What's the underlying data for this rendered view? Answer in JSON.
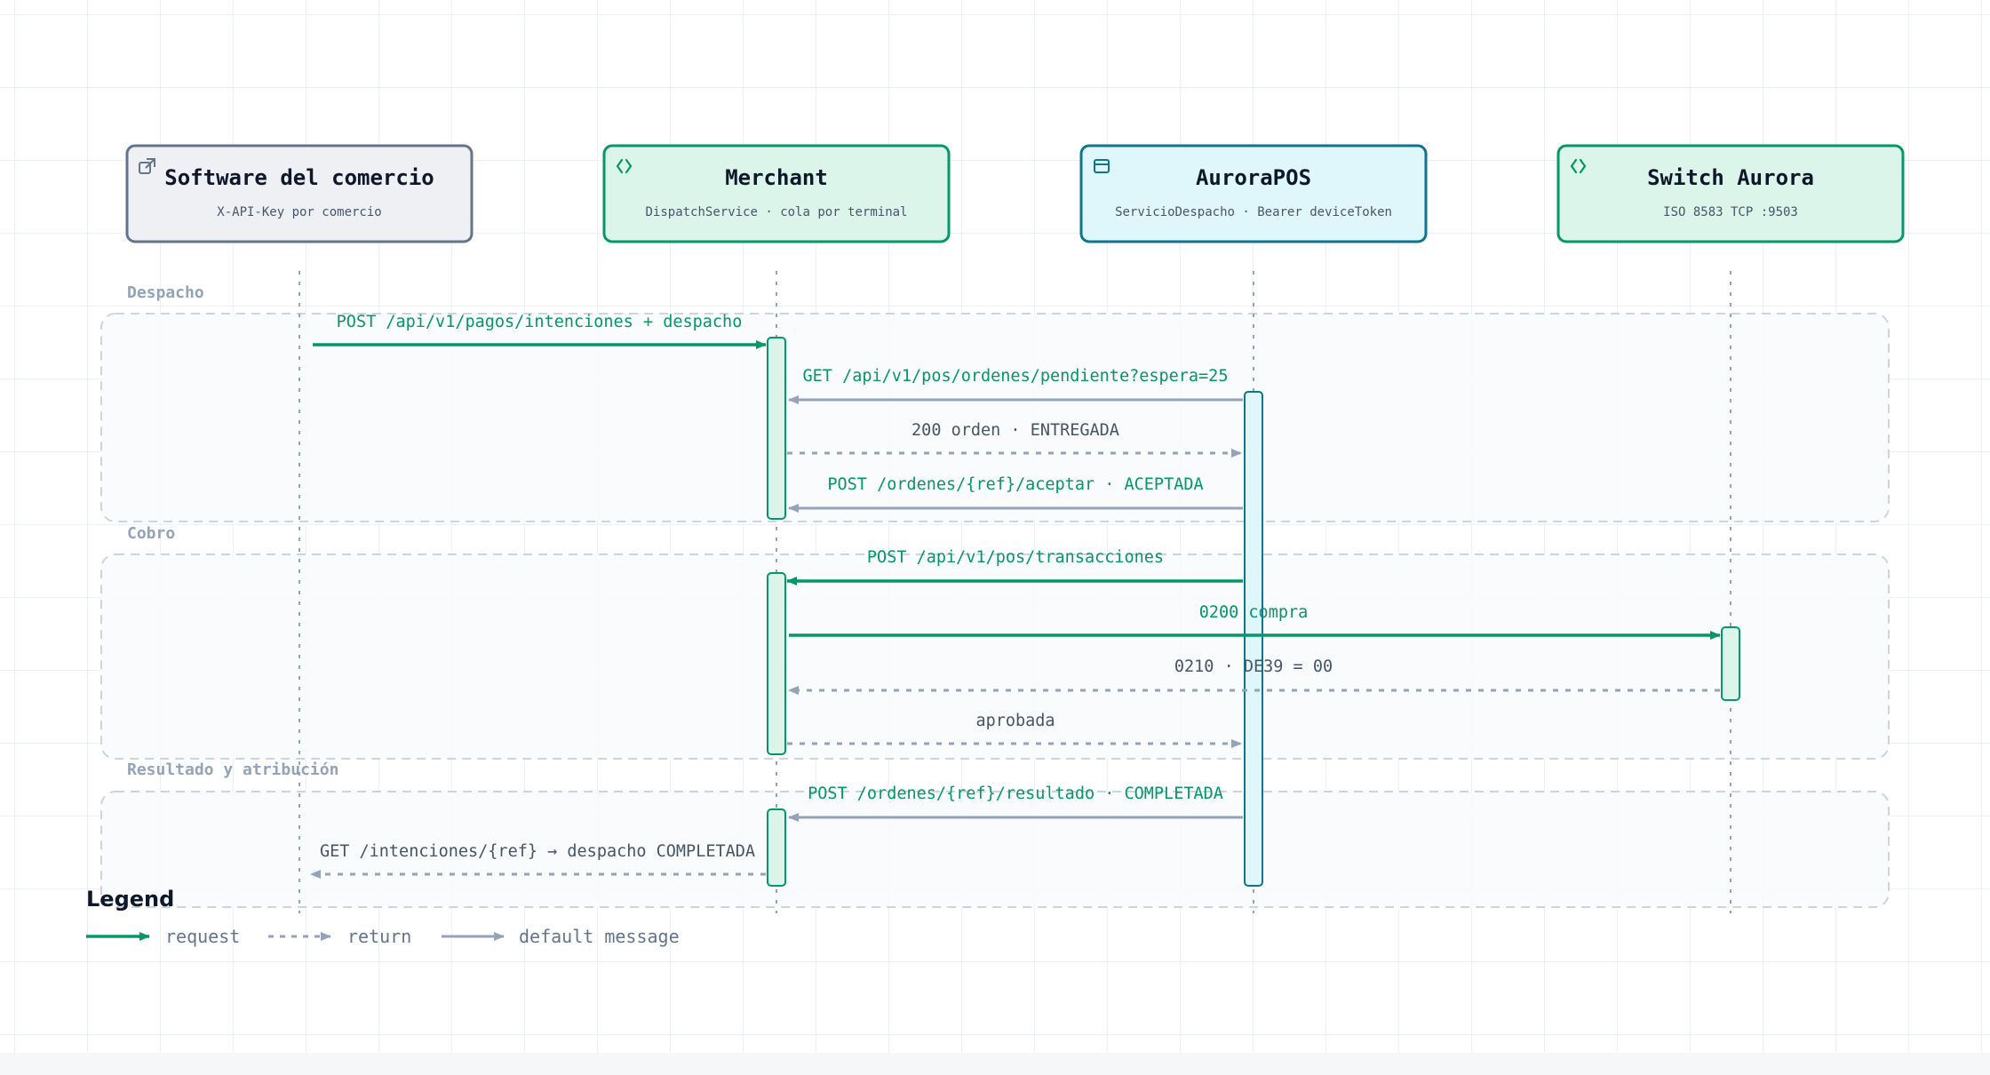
{
  "participants": [
    {
      "title": "Software del comercio",
      "subtitle": "X-API-Key por comercio",
      "icon": "external-link-icon"
    },
    {
      "title": "Merchant",
      "subtitle": "DispatchService · cola por terminal",
      "icon": "code-icon"
    },
    {
      "title": "AuroraPOS",
      "subtitle": "ServicioDespacho · Bearer deviceToken",
      "icon": "browser-window-icon"
    },
    {
      "title": "Switch Aurora",
      "subtitle": "ISO 8583 TCP :9503",
      "icon": "code-icon"
    }
  ],
  "fragments": [
    {
      "label": "Despacho"
    },
    {
      "label": "Cobro"
    },
    {
      "label": "Resultado y atribución"
    }
  ],
  "messages": [
    {
      "text": "POST /api/v1/pagos/intenciones + despacho",
      "from": 0,
      "to": 1,
      "kind": "request"
    },
    {
      "text": "GET /api/v1/pos/ordenes/pendiente?espera=25",
      "from": 2,
      "to": 1,
      "kind": "default"
    },
    {
      "text": "200 orden · ENTREGADA",
      "from": 1,
      "to": 2,
      "kind": "return"
    },
    {
      "text": "POST /ordenes/{ref}/aceptar · ACEPTADA",
      "from": 2,
      "to": 1,
      "kind": "default"
    },
    {
      "text": "POST /api/v1/pos/transacciones",
      "from": 2,
      "to": 1,
      "kind": "request"
    },
    {
      "text": "0200 compra",
      "from": 1,
      "to": 3,
      "kind": "request"
    },
    {
      "text": "0210 · DE39 = 00",
      "from": 3,
      "to": 1,
      "kind": "return"
    },
    {
      "text": "aprobada",
      "from": 1,
      "to": 2,
      "kind": "return"
    },
    {
      "text": "POST /ordenes/{ref}/resultado · COMPLETADA",
      "from": 2,
      "to": 1,
      "kind": "default"
    },
    {
      "text": "GET /intenciones/{ref} → despacho COMPLETADA",
      "from": 1,
      "to": 0,
      "kind": "return"
    }
  ],
  "legend": {
    "title": "Legend",
    "items": [
      {
        "label": "request",
        "kind": "request"
      },
      {
        "label": "return",
        "kind": "return"
      },
      {
        "label": "default message",
        "kind": "default"
      }
    ]
  },
  "colors": {
    "request": "#059669",
    "return": "#94a3b8",
    "default": "#94a3b8",
    "green_fill": "#dcf5ea",
    "cyan_fill": "#dff7fb",
    "grey_fill": "#eef0f4"
  }
}
